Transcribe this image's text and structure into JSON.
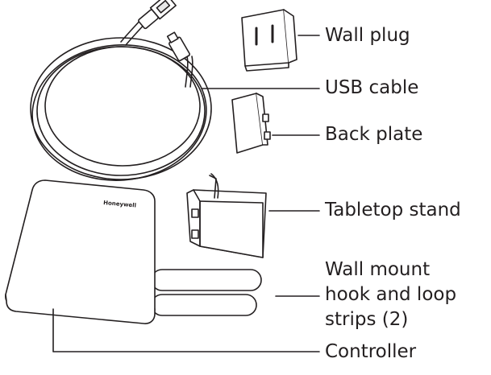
{
  "labels": {
    "wall_plug": "Wall plug",
    "usb_cable": "USB cable",
    "back_plate": "Back plate",
    "tabletop_stand": "Tabletop stand",
    "wall_mount_lines": [
      "Wall mount",
      "hook and loop",
      "strips (2)"
    ],
    "controller": "Controller"
  },
  "brand_mark": "Honeywell",
  "colors": {
    "line": "#231f20",
    "fill": "#ffffff",
    "shade": "#e8e8e8"
  }
}
